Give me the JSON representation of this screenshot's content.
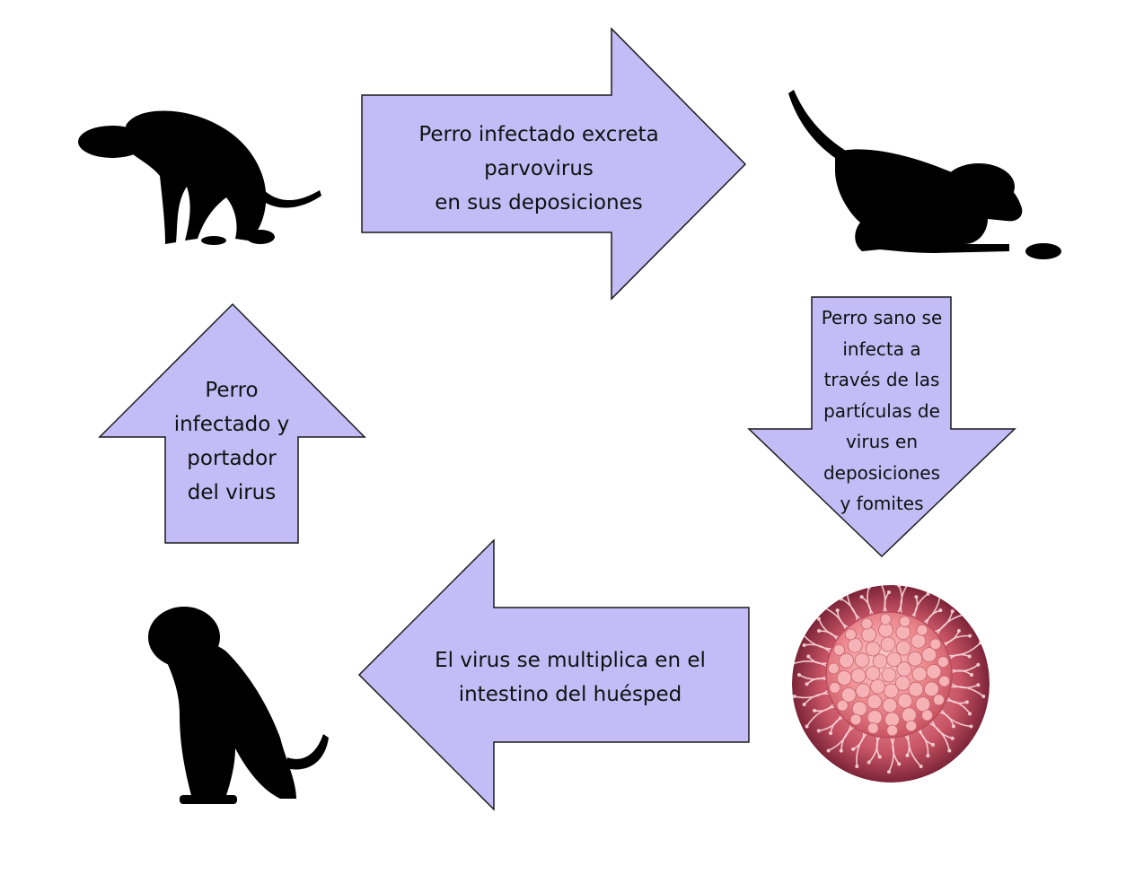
{
  "diagram": {
    "colors": {
      "arrow_fill": "#c4bcf6",
      "arrow_stroke": "#1a1a1a",
      "silhouette": "#000000",
      "virus_core": "#e7808a",
      "virus_bg": "#b8475a"
    },
    "arrows": {
      "top": {
        "direction": "right",
        "text": "Perro infectado excreta\nparvovirus\nen sus deposiciones"
      },
      "right": {
        "direction": "down",
        "text": "Perro sano se\ninfecta a\ntravés de las\npartículas de\nvirus en\ndeposiciones\ny fomites"
      },
      "bottom": {
        "direction": "left",
        "text": "El virus se multiplica en el\nintestino del huésped"
      },
      "left": {
        "direction": "up",
        "text": "Perro\ninfectado y\nportador\ndel virus"
      }
    },
    "images": {
      "top_left": "dog-defecating-silhouette",
      "top_right": "dog-sniffing-silhouette",
      "bottom_right": "virus-particle",
      "bottom_left": "dog-sitting-silhouette"
    }
  }
}
